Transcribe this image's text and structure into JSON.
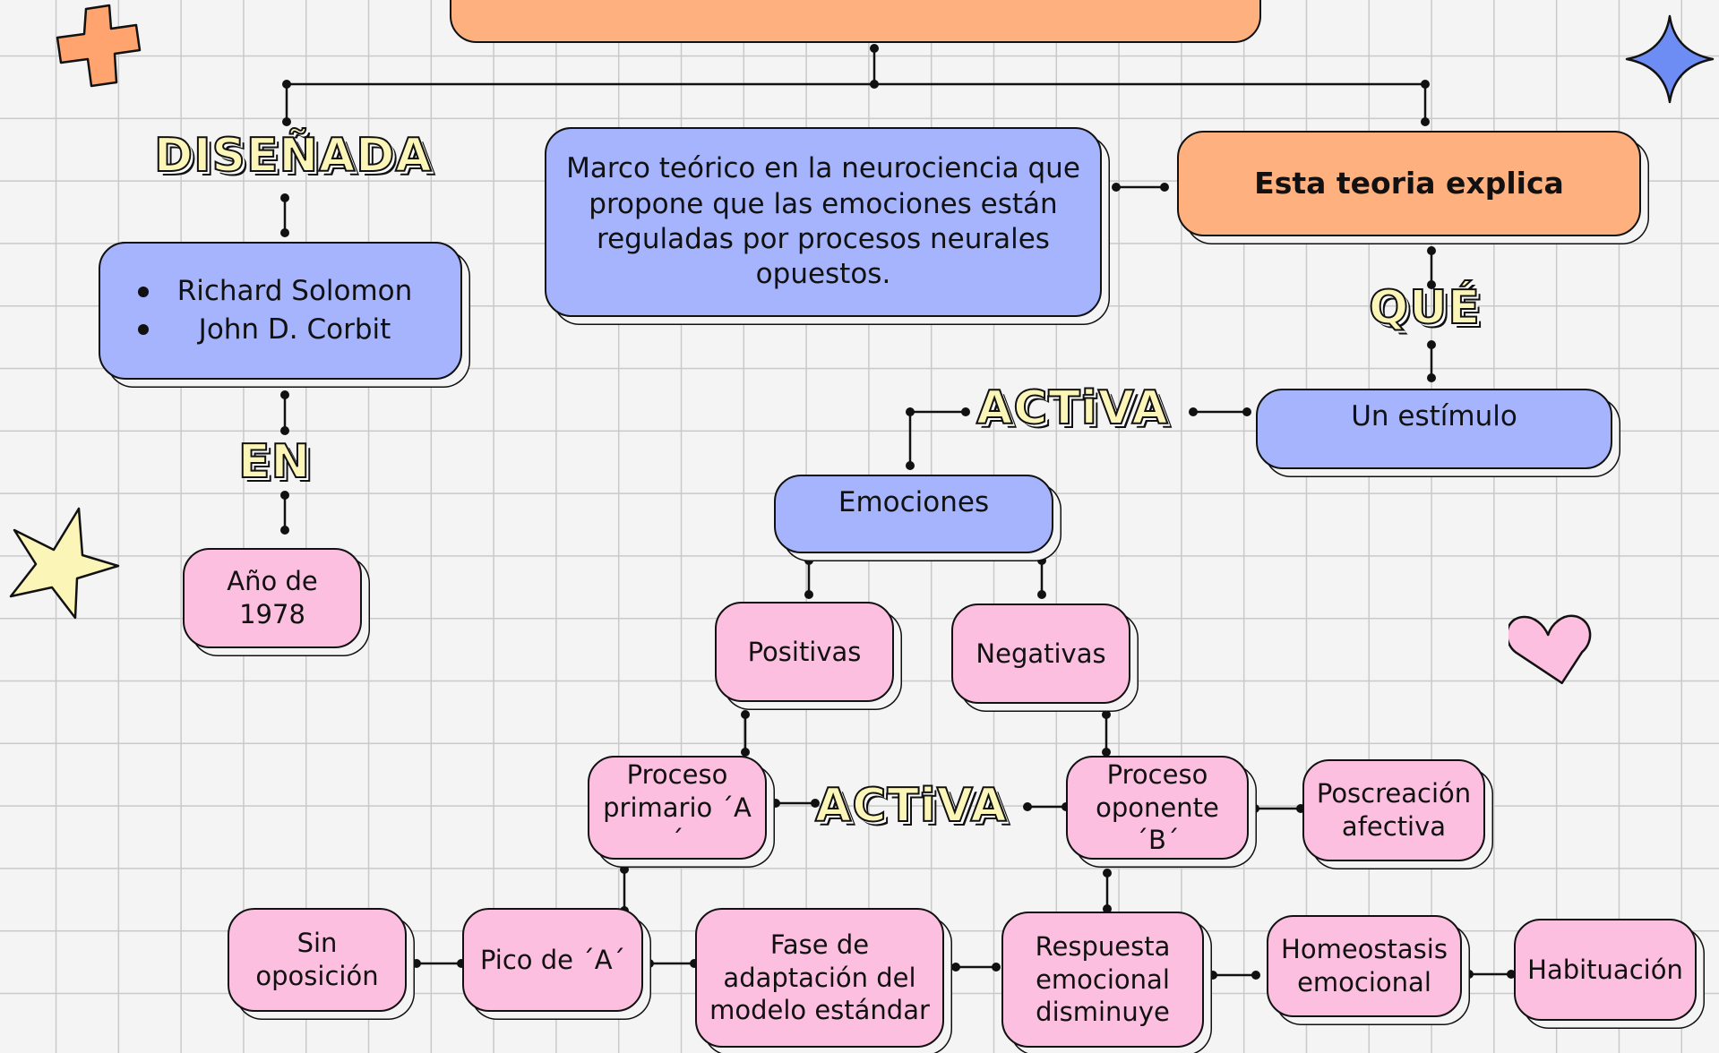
{
  "colors": {
    "blue_node": "#a5b4fc",
    "pink_node": "#fdbfdf",
    "orange_node": "#ffb07f",
    "connector_words": "#fbf5b8",
    "lines": "#111111"
  },
  "nodes": {
    "definition": "Marco teórico en la neurociencia que propone que las emociones están reguladas por procesos neurales opuestos.",
    "explains": "Esta teoria explica",
    "authors": [
      "Richard Solomon",
      "John D. Corbit"
    ],
    "year": "Año de 1978",
    "stimulus": "Un estímulo",
    "emotions": "Emociones",
    "positive": "Positivas",
    "negative": "Negativas",
    "process_a": "Proceso primario ´A´",
    "process_b": "Proceso oponente ´B´",
    "affective": "Poscreación afectiva",
    "no_opposition": "Sin oposición",
    "peak_a": "Pico de ´A´",
    "adaptation": "Fase de adaptación del modelo estándar",
    "response": "Respuesta emocional disminuye",
    "homeostasis": "Homeostasis emocional",
    "habituation": "Habituación"
  },
  "connectors": {
    "designed": "DISEÑADA",
    "in": "EN",
    "what": "QUÉ",
    "activates_1": "ACTiVA",
    "activates_2": "ACTiVA"
  },
  "decorations": [
    "orange-cross",
    "blue-four-point-star",
    "yellow-star",
    "pink-heart"
  ]
}
